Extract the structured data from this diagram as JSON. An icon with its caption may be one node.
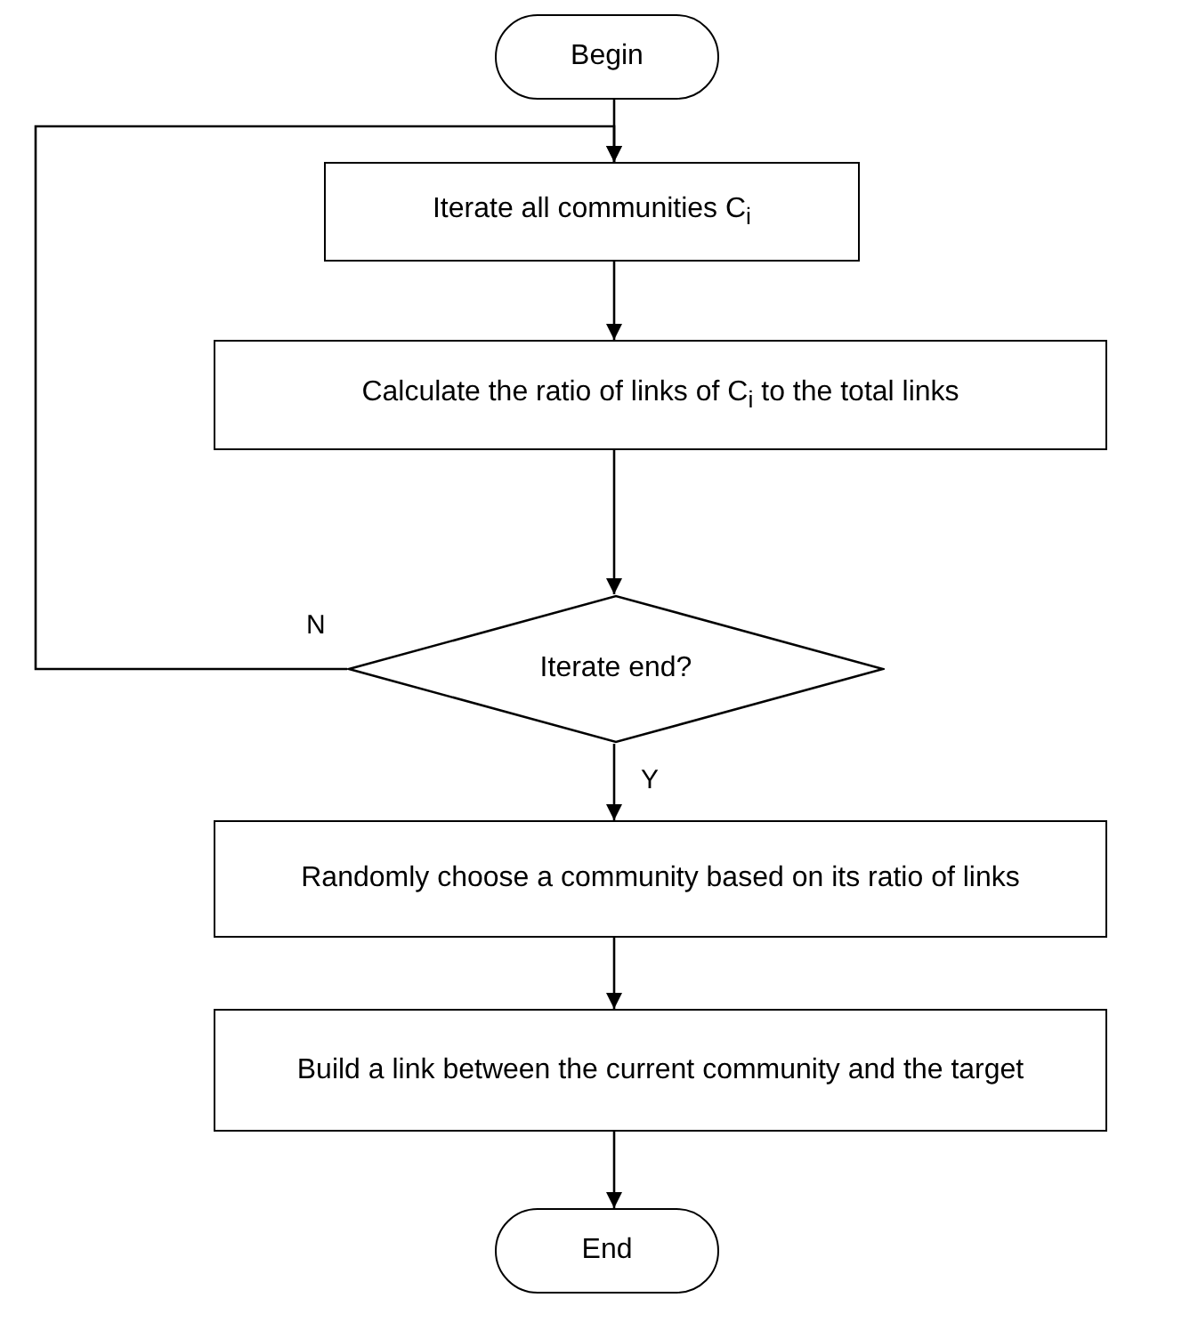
{
  "diagram": {
    "nodes": [
      {
        "text": [
          "Begin"
        ]
      },
      {
        "text": [
          "Iterate all communities C$_{i}$"
        ]
      },
      {
        "text": [
          "Calculate the ratio of links of C$_{i}$ to the total links"
        ]
      },
      {
        "text": [
          "Iterate end?"
        ]
      },
      {
        "text": [
          "Randomly choose a community based on its ratio of links"
        ]
      },
      {
        "text": [
          "Build a link between the current community and the target"
        ]
      },
      {
        "text": [
          "End"
        ]
      }
    ],
    "edges": [
      {
        "from": 0,
        "to": 1,
        "arrow": "to"
      },
      {
        "from": 1,
        "to": 2,
        "arrow": "to"
      },
      {
        "from": 2,
        "to": 3,
        "arrow": "to"
      },
      {
        "from": 3,
        "to": 1,
        "arrow": "to",
        "label": "N"
      },
      {
        "from": 3,
        "to": 4,
        "arrow": "to",
        "label": "Y"
      },
      {
        "from": 4,
        "to": 5,
        "arrow": "to"
      },
      {
        "from": 5,
        "to": 6,
        "arrow": "to"
      }
    ]
  }
}
